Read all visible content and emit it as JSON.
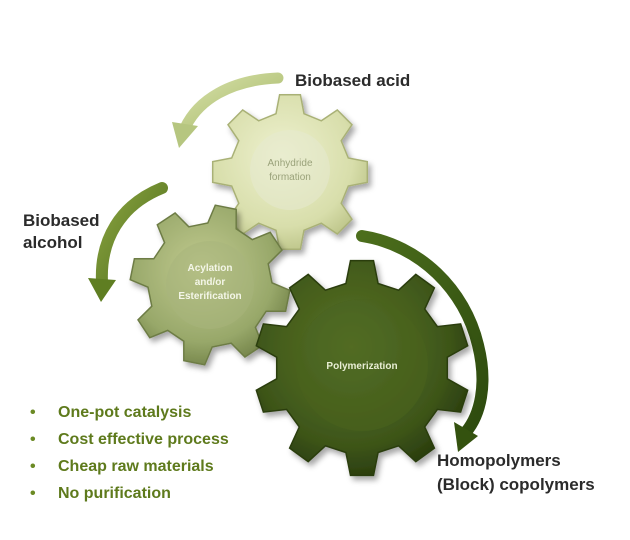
{
  "labels": {
    "biobased_acid": "Biobased acid",
    "biobased_alcohol_line1": "Biobased",
    "biobased_alcohol_line2": "alcohol",
    "products_line1": "Homopolymers",
    "products_line2": "(Block) copolymers"
  },
  "gears": {
    "anhydride": {
      "line1": "Anhydride",
      "line2": "formation"
    },
    "acylation": {
      "line1": "Acylation",
      "line2": "and/or",
      "line3": "Esterification"
    },
    "polymerization": {
      "label": "Polymerization"
    }
  },
  "bullets": [
    "One-pot catalysis",
    "Cost effective process",
    "Cheap raw materials",
    "No purification"
  ],
  "colors": {
    "gear_light": "#dfe4b4",
    "gear_mid": "#9aa86a",
    "gear_dark": "#3d5418",
    "arrow_light": "#b6c680",
    "arrow_mid": "#6a8a2a",
    "arrow_dark": "#3a5714",
    "bullet_text": "#5e7a1c"
  }
}
